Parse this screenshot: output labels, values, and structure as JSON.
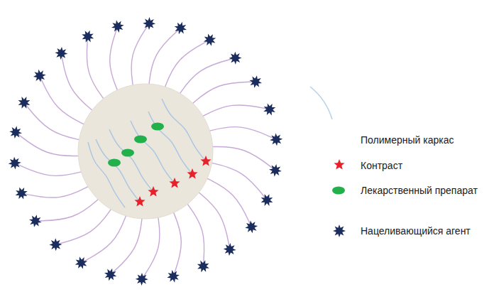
{
  "diagram": {
    "legend": [
      {
        "text": "Полимерный каркас"
      },
      {
        "text": "Контраст"
      },
      {
        "text": "Лекарственный препарат"
      },
      {
        "text": "Нацеливающийся агент"
      }
    ]
  }
}
